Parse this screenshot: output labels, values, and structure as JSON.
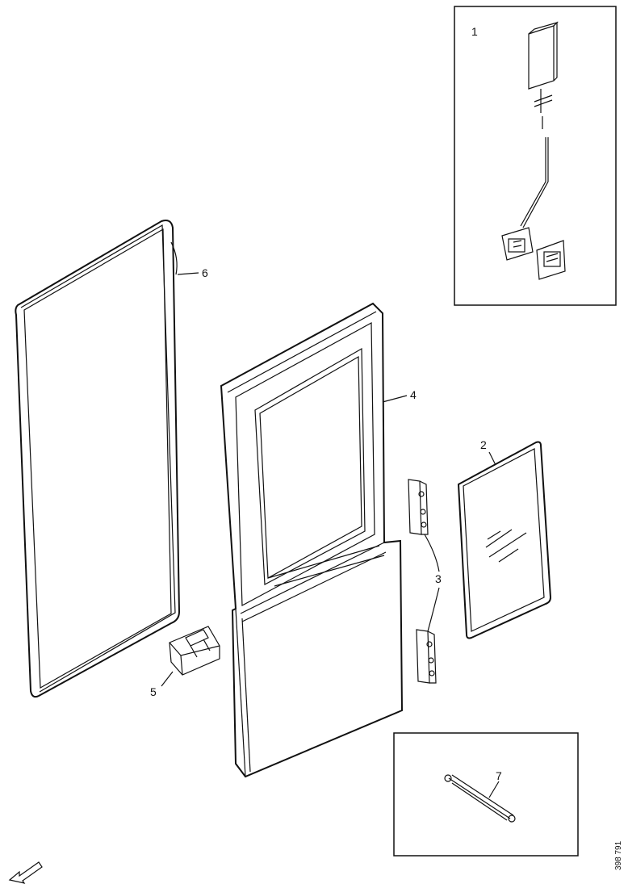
{
  "diagram": {
    "callouts": {
      "part_1": "1",
      "part_2": "2",
      "part_3": "3",
      "part_4": "4",
      "part_5": "5",
      "part_6": "6",
      "part_7": "7"
    },
    "document_code": "398 791"
  }
}
